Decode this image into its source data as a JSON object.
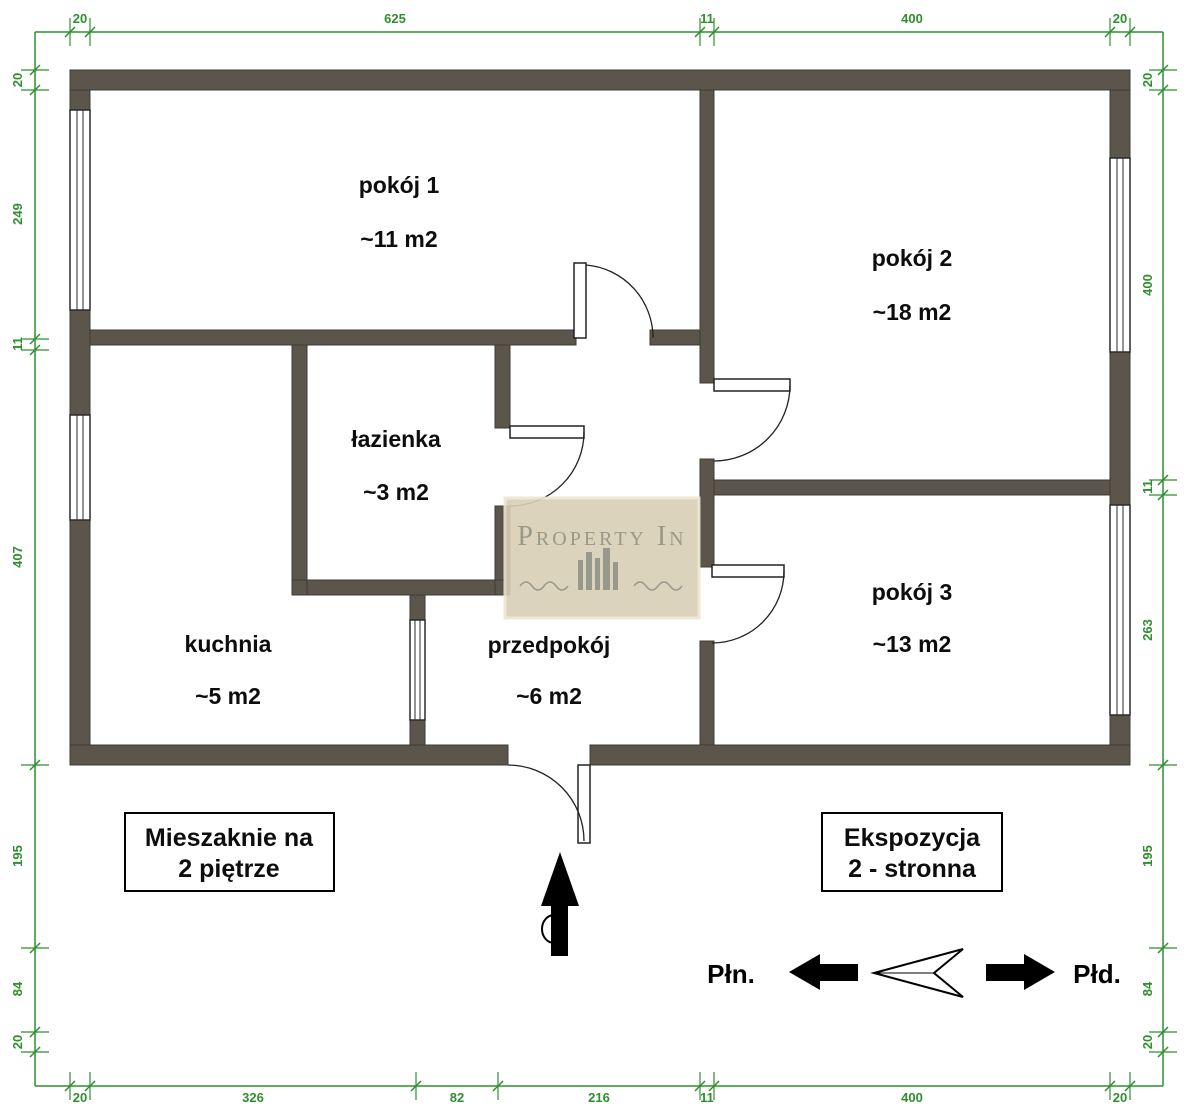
{
  "plan": {
    "rooms": [
      {
        "name": "pokój 1",
        "area": "~11 m2"
      },
      {
        "name": "pokój 2",
        "area": "~18 m2"
      },
      {
        "name": "łazienka",
        "area": "~3 m2"
      },
      {
        "name": "kuchnia",
        "area": "~5 m2"
      },
      {
        "name": "przedpokój",
        "area": "~6 m2"
      },
      {
        "name": "pokój 3",
        "area": "~13 m2"
      }
    ],
    "notes": {
      "floor_line1": "Mieszaknie na",
      "floor_line2": "2 piętrze",
      "exposure_line1": "Ekspozycja",
      "exposure_line2": "2 - stronna"
    },
    "compass": {
      "north_label": "Płn.",
      "south_label": "Płd."
    },
    "watermark": {
      "brand": "Property In"
    },
    "dimensions": {
      "top": [
        "20",
        "625",
        "11",
        "400",
        "20"
      ],
      "bottom": [
        "20",
        "326",
        "82",
        "216",
        "11",
        "400",
        "20"
      ],
      "left": [
        "20",
        "249",
        "11",
        "407",
        "195",
        "84",
        "20"
      ],
      "right": [
        "20",
        "400",
        "11",
        "263",
        "195",
        "84",
        "20"
      ]
    },
    "colors": {
      "wall": "#5b554c",
      "dimension": "#2f8f2f"
    }
  }
}
